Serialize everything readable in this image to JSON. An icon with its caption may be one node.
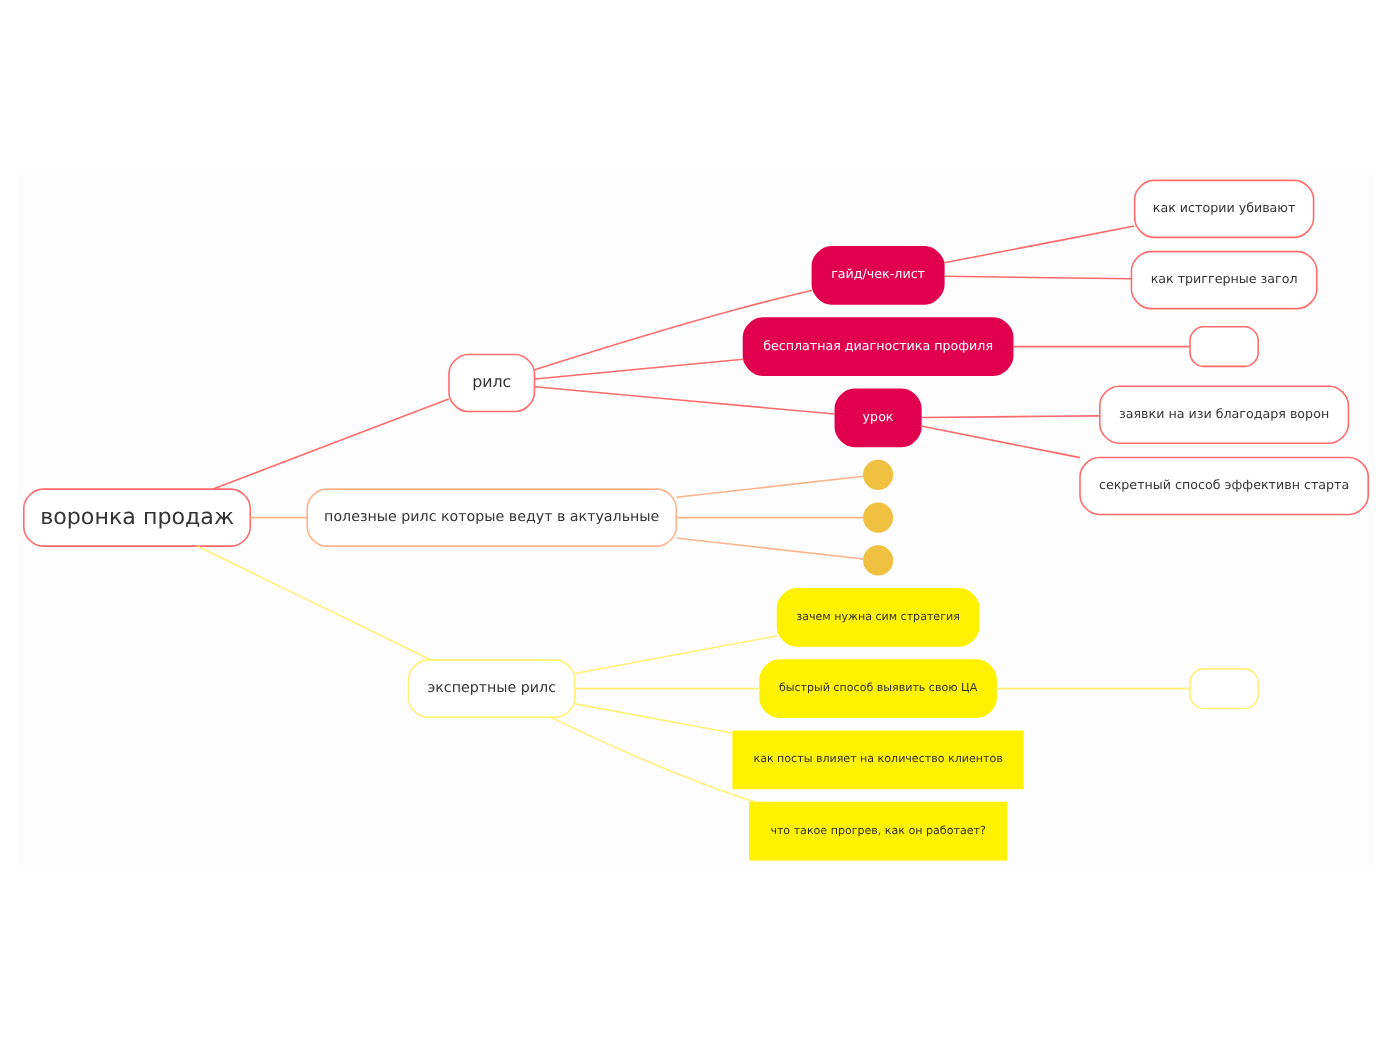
{
  "diagram": {
    "nodes": [
      {
        "text": [
          "воронка продаж"
        ]
      },
      {
        "text": [
          "рилс"
        ]
      },
      {
        "text": [
          "гайд/чек-лист"
        ]
      },
      {
        "text": [
          "как истории убивают"
        ]
      },
      {
        "text": [
          "как триггерные загол"
        ]
      },
      {
        "text": [
          "бесплатная диагностика профиля"
        ]
      },
      {
        "text": [],
        "shape": "box"
      },
      {
        "text": [
          "урок"
        ]
      },
      {
        "text": [
          "заявки на изи благодаря ворон"
        ]
      },
      {
        "text": [
          "секретный способ эффективн старта"
        ]
      },
      {
        "text": [
          "полезные рилс которые ведут в актуальные"
        ]
      },
      {
        "text": [],
        "shape": "circle"
      },
      {
        "text": [],
        "shape": "circle"
      },
      {
        "text": [],
        "shape": "circle"
      },
      {
        "text": [
          "экспертные рилс"
        ]
      },
      {
        "text": [
          "зачем нужна сим стратегия"
        ]
      },
      {
        "text": [
          "быстрый способ выявить свою ЦА"
        ]
      },
      {
        "text": [],
        "shape": "box"
      },
      {
        "text": [
          "как посты влияет на количество клиентов"
        ]
      },
      {
        "text": [
          "что такое прогрев, как он работает?"
        ]
      }
    ],
    "edges": [
      {
        "from": 0,
        "to": 1,
        "arrow": "none"
      },
      {
        "from": 1,
        "to": 2,
        "arrow": "none"
      },
      {
        "from": 2,
        "to": 3,
        "arrow": "none"
      },
      {
        "from": 2,
        "to": 4,
        "arrow": "none"
      },
      {
        "from": 1,
        "to": 5,
        "arrow": "none"
      },
      {
        "from": 5,
        "to": 6,
        "arrow": "none"
      },
      {
        "from": 1,
        "to": 7,
        "arrow": "none"
      },
      {
        "from": 7,
        "to": 8,
        "arrow": "none"
      },
      {
        "from": 7,
        "to": 9,
        "arrow": "none"
      },
      {
        "from": 0,
        "to": 10,
        "arrow": "none",
        "color": "#ffb38a"
      },
      {
        "from": 10,
        "to": 11,
        "arrow": "none",
        "color": "#ffb38a"
      },
      {
        "from": 10,
        "to": 12,
        "arrow": "none",
        "color": "#ffb38a"
      },
      {
        "from": 10,
        "to": 13,
        "arrow": "none",
        "color": "#ffb38a"
      },
      {
        "from": 0,
        "to": 14,
        "arrow": "none",
        "color": "#fff176"
      },
      {
        "from": 14,
        "to": 15,
        "arrow": "none",
        "color": "#fff176"
      },
      {
        "from": 14,
        "to": 16,
        "arrow": "none",
        "color": "#fff176"
      },
      {
        "from": 16,
        "to": 17,
        "arrow": "none",
        "color": "#fff176"
      },
      {
        "from": 14,
        "to": 18,
        "arrow": "none",
        "color": "#fff176"
      },
      {
        "from": 14,
        "to": 19,
        "arrow": "none",
        "color": "#fff176"
      }
    ]
  }
}
